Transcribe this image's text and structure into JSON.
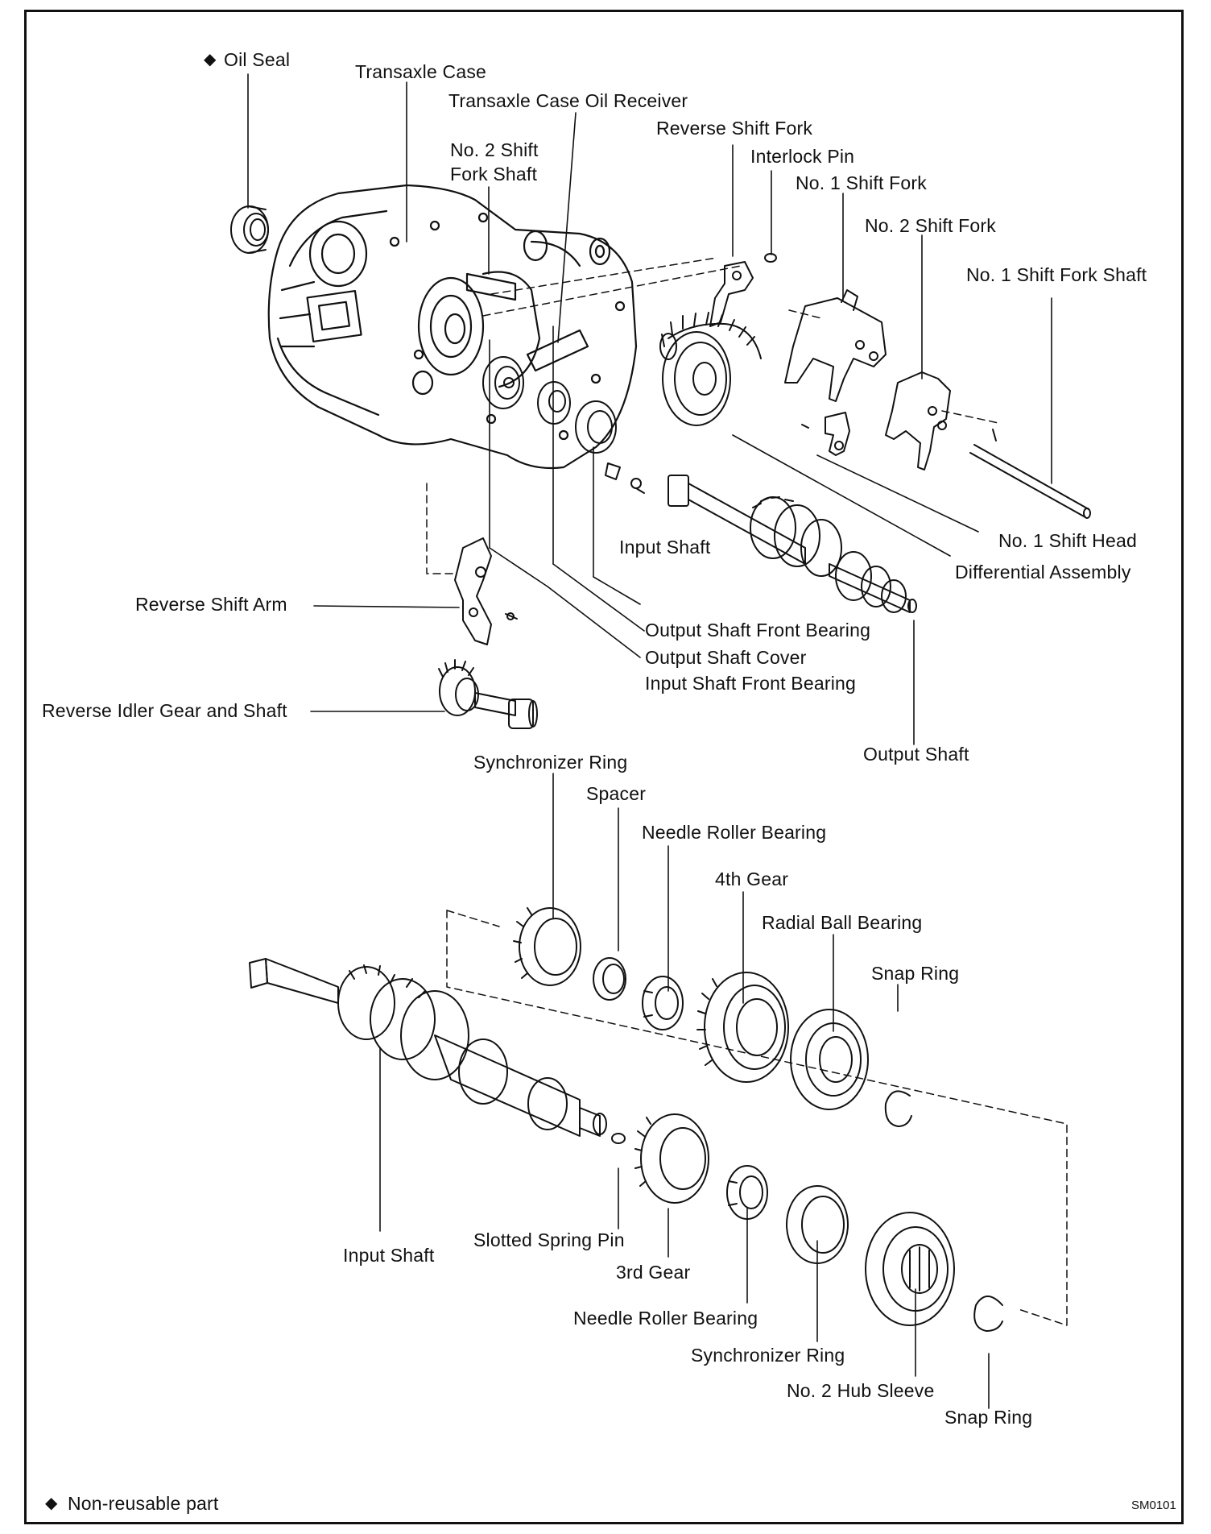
{
  "labels": {
    "oil_seal": "Oil Seal",
    "transaxle_case": "Transaxle Case",
    "oil_receiver": "Transaxle Case Oil Receiver",
    "no2_shift_fork_shaft_1": "No. 2 Shift",
    "no2_shift_fork_shaft_2": "Fork Shaft",
    "reverse_shift_fork": "Reverse Shift Fork",
    "interlock_pin": "Interlock Pin",
    "no1_shift_fork": "No. 1 Shift Fork",
    "no2_shift_fork": "No. 2 Shift Fork",
    "no1_shift_fork_shaft": "No. 1 Shift Fork Shaft",
    "input_shaft_top": "Input Shaft",
    "no1_shift_head": "No. 1 Shift Head",
    "differential_assembly": "Differential Assembly",
    "reverse_shift_arm": "Reverse Shift Arm",
    "output_shaft_front_bearing": "Output Shaft Front Bearing",
    "output_shaft_cover": "Output Shaft Cover",
    "input_shaft_front_bearing": "Input Shaft Front Bearing",
    "reverse_idler_gear": "Reverse Idler Gear and Shaft",
    "output_shaft": "Output Shaft",
    "synchronizer_ring_top": "Synchronizer Ring",
    "spacer": "Spacer",
    "needle_roller_bearing_top": "Needle Roller Bearing",
    "fourth_gear": "4th Gear",
    "radial_ball_bearing": "Radial Ball Bearing",
    "snap_ring_top": "Snap Ring",
    "input_shaft_bottom": "Input Shaft",
    "slotted_spring_pin": "Slotted Spring Pin",
    "third_gear": "3rd Gear",
    "needle_roller_bearing_bottom": "Needle Roller Bearing",
    "synchronizer_ring_bottom": "Synchronizer Ring",
    "no2_hub_sleeve": "No. 2 Hub Sleeve",
    "snap_ring_bottom": "Snap Ring"
  },
  "legend": {
    "symbol": "◆",
    "text": "Non-reusable part"
  },
  "figure_code": "SM0101"
}
